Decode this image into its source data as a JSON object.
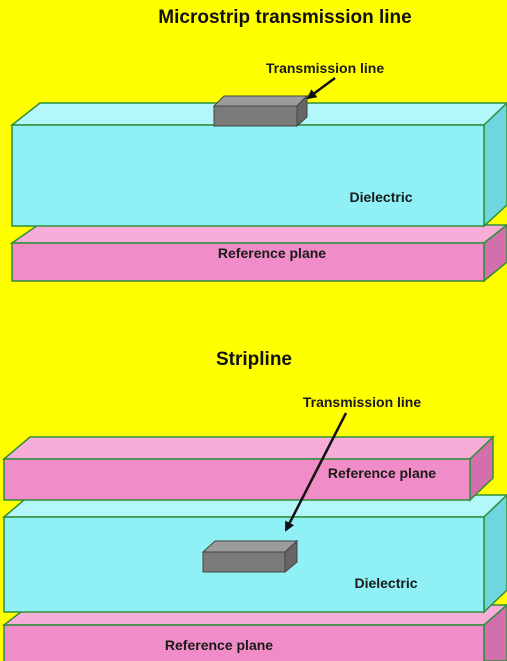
{
  "microstrip": {
    "title": "Microstrip transmission line",
    "transmission_label": "Transmission line",
    "dielectric_label": "Dielectric",
    "reference_label": "Reference plane"
  },
  "stripline": {
    "title": "Stripline",
    "transmission_label": "Transmission line",
    "top_reference_label": "Reference plane",
    "dielectric_label": "Dielectric",
    "bottom_reference_label": "Reference plane"
  },
  "colors": {
    "background": "#ffff00",
    "dielectric_front": "#8ff0f5",
    "dielectric_top": "#b4f7fa",
    "dielectric_side": "#6fd5df",
    "reference_front": "#f08cc7",
    "reference_top": "#f6aed8",
    "reference_side": "#d46fae",
    "trace_front": "#7b7b7b",
    "trace_top": "#9c9c9c",
    "outline": "#2f8f3a"
  }
}
